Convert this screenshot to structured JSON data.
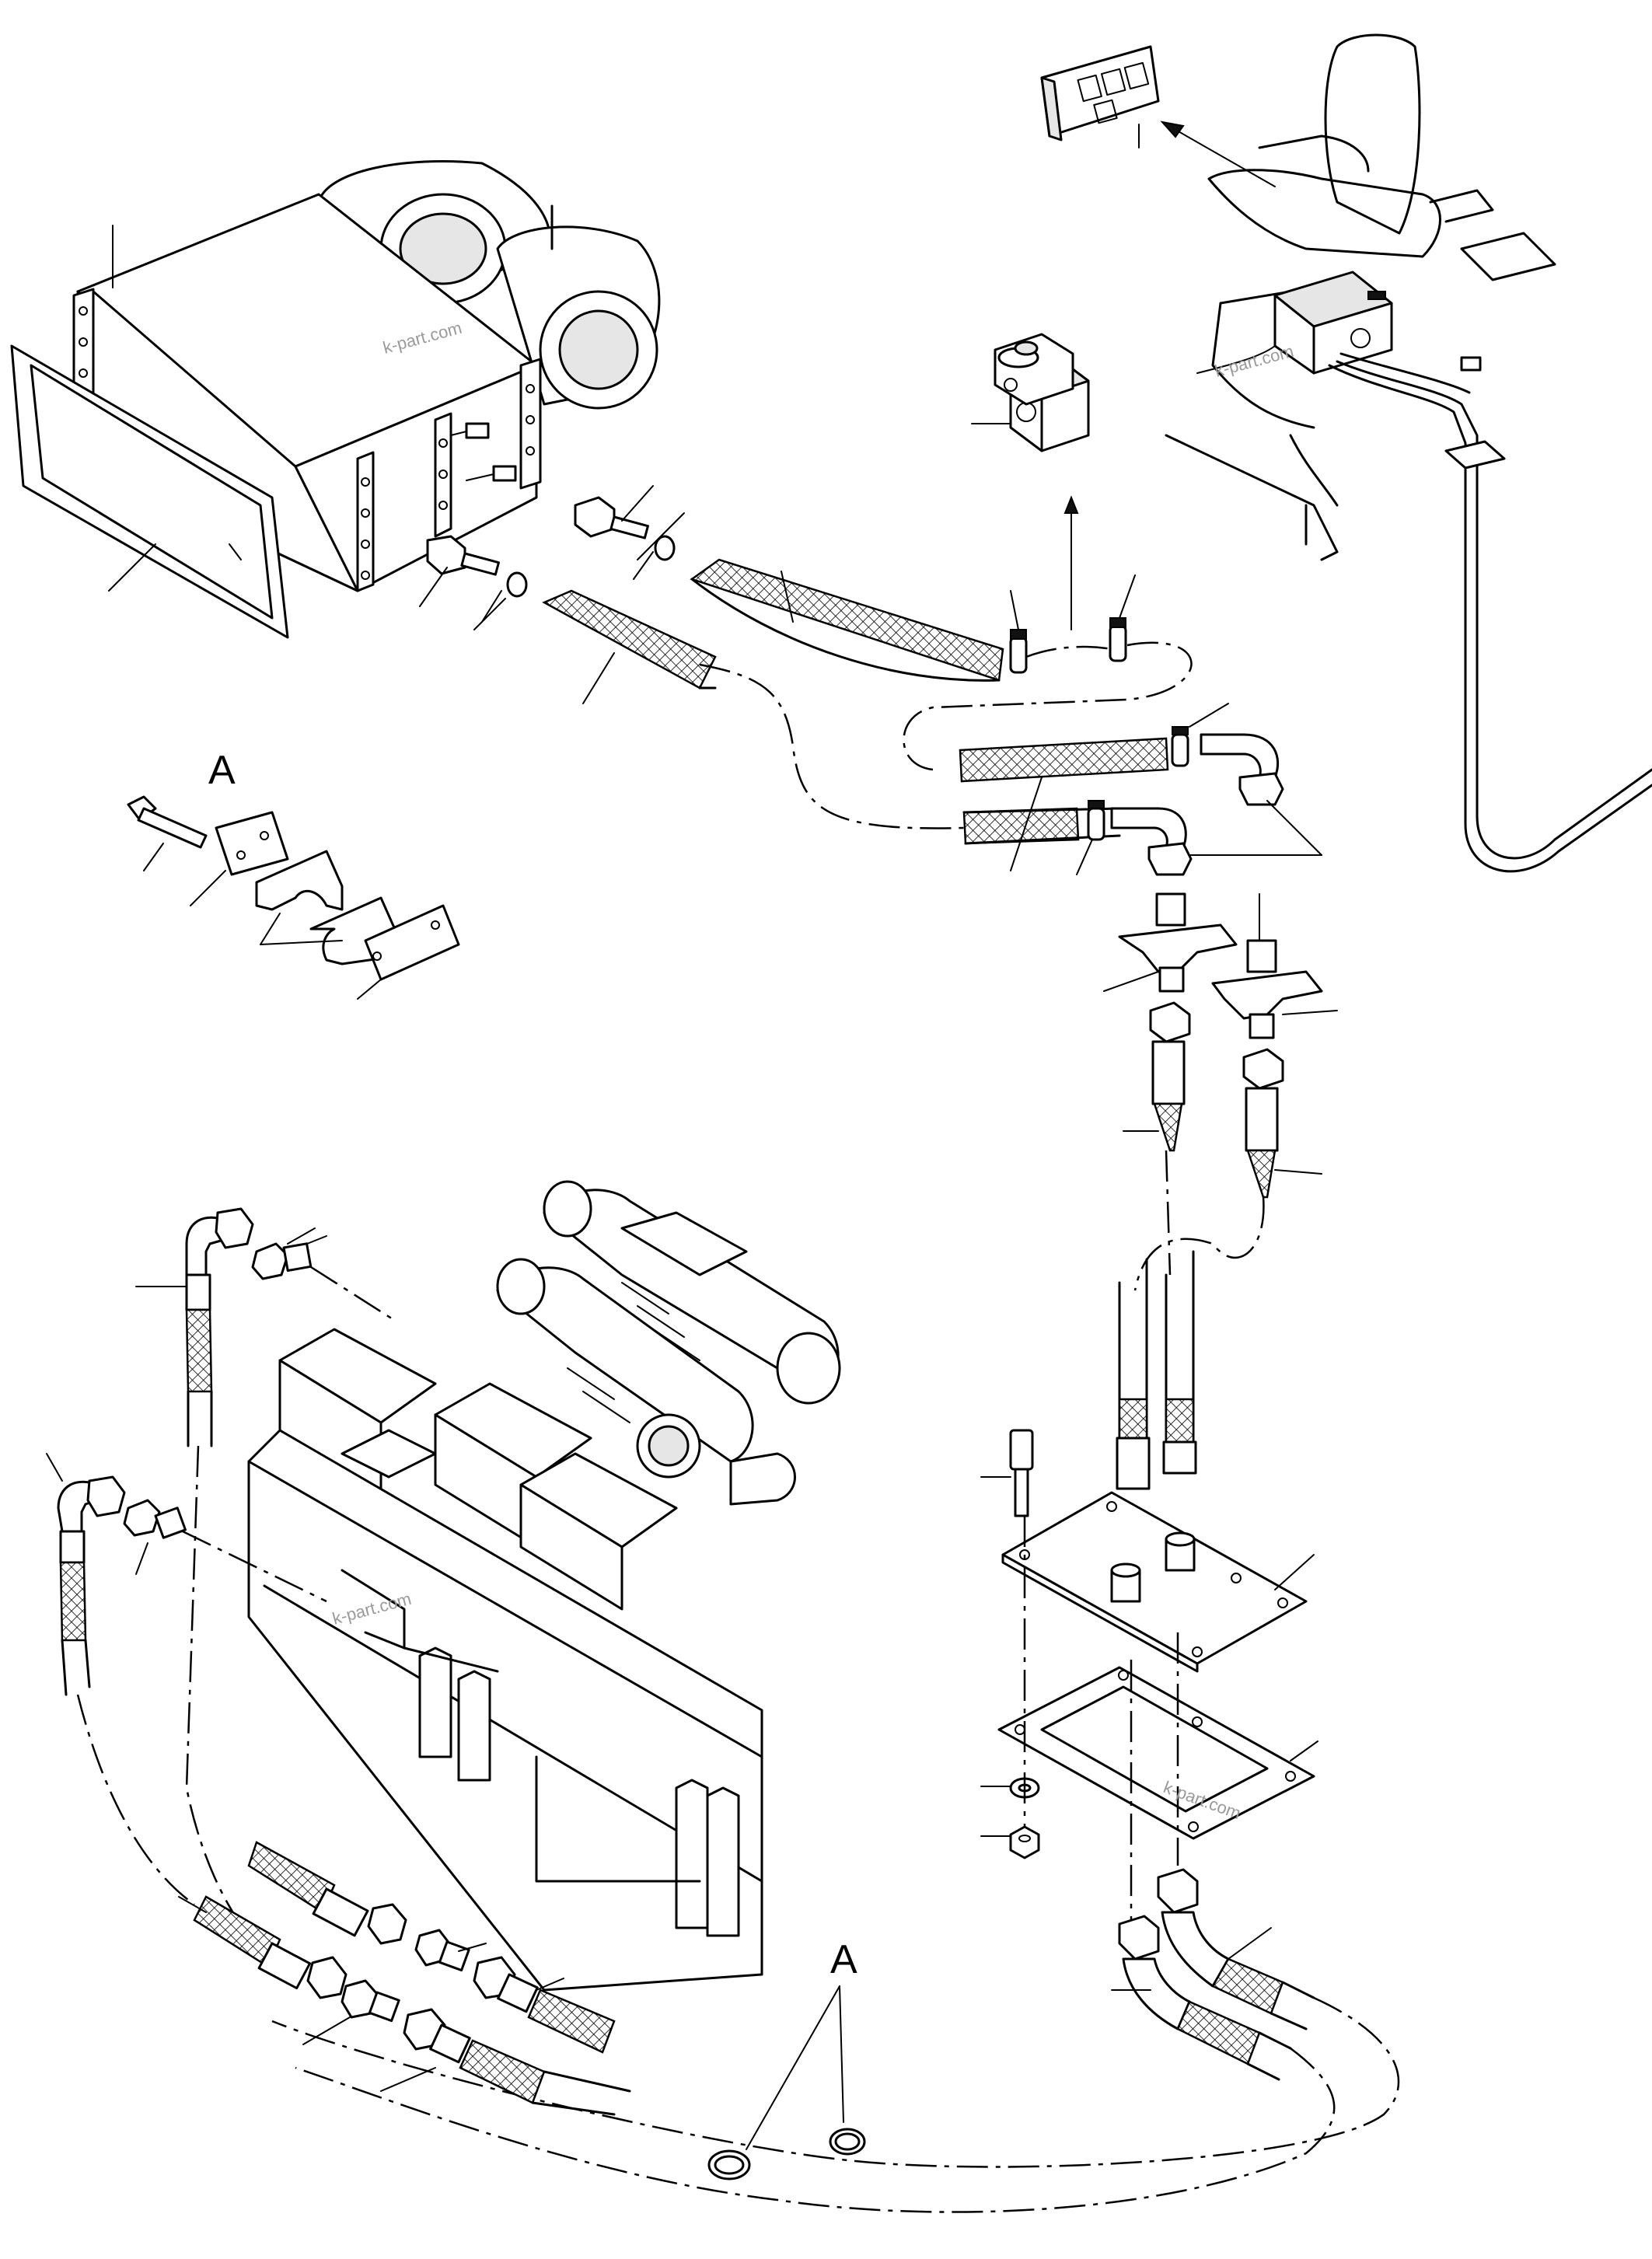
{
  "diagram": {
    "callout_a_top": "A",
    "callout_a_bottom": "A",
    "watermarks": [
      "k-part.com",
      "k-part.com",
      "k-part.com",
      "k-part.com"
    ]
  }
}
